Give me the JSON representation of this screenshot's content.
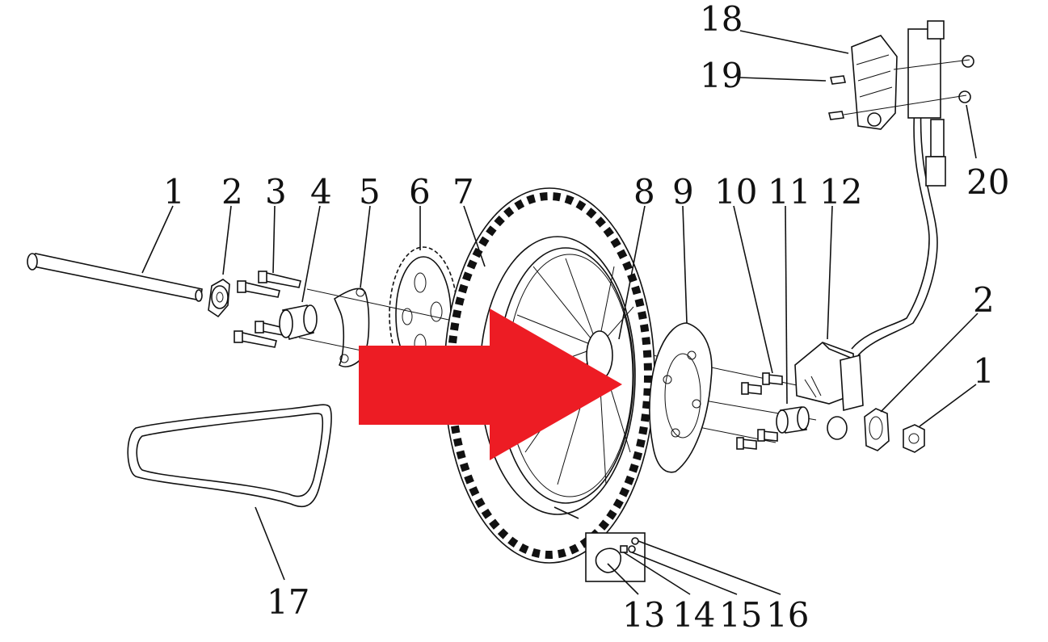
{
  "diagram": {
    "type": "exploded-parts-diagram",
    "subject": "rear wheel assembly",
    "accent_color": "#ed1c24",
    "line_color": "#111111",
    "background": "#ffffff",
    "callouts": [
      {
        "id": "c1a",
        "text": "1"
      },
      {
        "id": "c2a",
        "text": "2"
      },
      {
        "id": "c3",
        "text": "3"
      },
      {
        "id": "c4",
        "text": "4"
      },
      {
        "id": "c5",
        "text": "5"
      },
      {
        "id": "c6",
        "text": "6"
      },
      {
        "id": "c7",
        "text": "7"
      },
      {
        "id": "c8",
        "text": "8"
      },
      {
        "id": "c9",
        "text": "9"
      },
      {
        "id": "c10",
        "text": "10"
      },
      {
        "id": "c11",
        "text": "11"
      },
      {
        "id": "c12",
        "text": "12"
      },
      {
        "id": "c2b",
        "text": "2"
      },
      {
        "id": "c1b",
        "text": "1"
      },
      {
        "id": "c13",
        "text": "13"
      },
      {
        "id": "c14",
        "text": "14"
      },
      {
        "id": "c15",
        "text": "15"
      },
      {
        "id": "c16",
        "text": "16"
      },
      {
        "id": "c17",
        "text": "17"
      },
      {
        "id": "c18",
        "text": "18"
      },
      {
        "id": "c19",
        "text": "19"
      },
      {
        "id": "c20",
        "text": "20"
      }
    ],
    "arrow_icon": "red-arrow-icon"
  }
}
